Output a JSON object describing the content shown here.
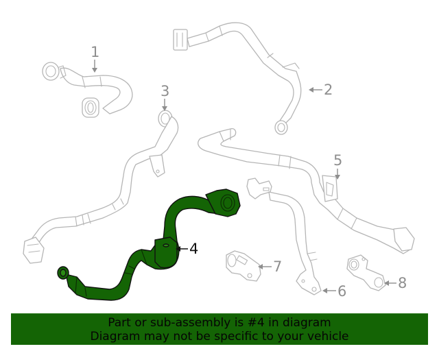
{
  "diagram": {
    "highlight_color": "#146405",
    "line_color": "#b5b5b5",
    "label_color": "#8e8e8e",
    "highlighted_part": "4",
    "parts": [
      {
        "number": "1",
        "name": "hose-1"
      },
      {
        "number": "2",
        "name": "hose-2"
      },
      {
        "number": "3",
        "name": "hose-3"
      },
      {
        "number": "4",
        "name": "hose-4"
      },
      {
        "number": "5",
        "name": "hose-5"
      },
      {
        "number": "6",
        "name": "pipe-6"
      },
      {
        "number": "7",
        "name": "connector-7"
      },
      {
        "number": "8",
        "name": "connector-8"
      }
    ]
  },
  "banner": {
    "line1": "Part or sub-assembly is #4 in diagram",
    "line2": "Diagram may not be specific to your vehicle",
    "background": "#146405"
  }
}
